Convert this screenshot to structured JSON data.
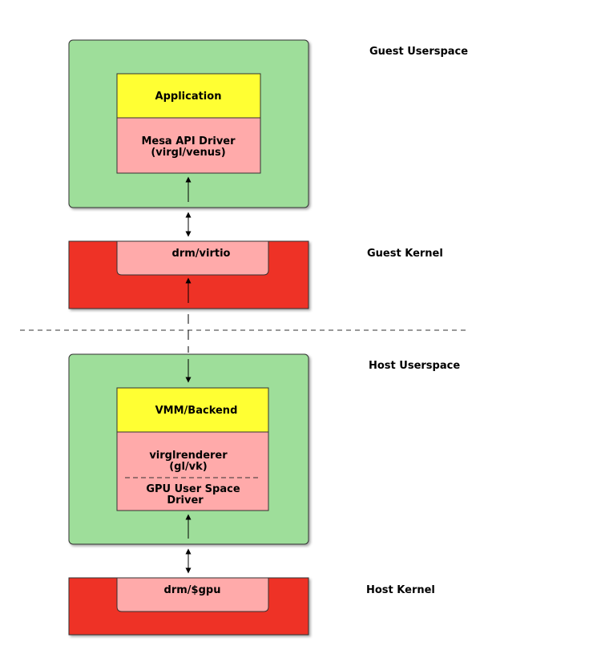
{
  "guest_userspace": {
    "label": "Guest Userspace",
    "application": "Application",
    "driver_line1": "Mesa API Driver",
    "driver_line2": "(virgl/venus)"
  },
  "guest_kernel": {
    "label": "Guest Kernel",
    "driver": "drm/virtio"
  },
  "host_userspace": {
    "label": "Host Userspace",
    "backend": "VMM/Backend",
    "renderer_line1": "virglrenderer",
    "renderer_line2": "(gl/vk)",
    "gpu_driver_line1": "GPU User Space",
    "gpu_driver_line2": "Driver"
  },
  "host_kernel": {
    "label": "Host Kernel",
    "driver": "drm/$gpu"
  },
  "colors": {
    "userspace_green": "#9ede9a",
    "kernel_red": "#ee3226",
    "app_yellow": "#ffff33",
    "component_pink": "#ffaaaa",
    "stroke": "#333333"
  }
}
